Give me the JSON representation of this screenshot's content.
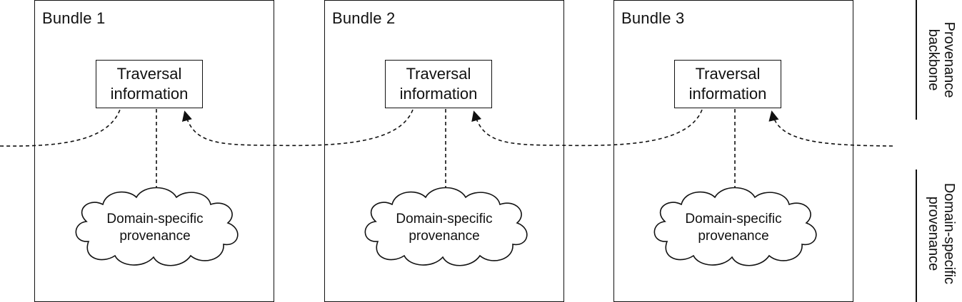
{
  "bundles": [
    {
      "label": "Bundle 1",
      "traversal": {
        "line1": "Traversal",
        "line2": "information"
      },
      "cloud": {
        "line1": "Domain-specific",
        "line2": "provenance"
      }
    },
    {
      "label": "Bundle 2",
      "traversal": {
        "line1": "Traversal",
        "line2": "information"
      },
      "cloud": {
        "line1": "Domain-specific",
        "line2": "provenance"
      }
    },
    {
      "label": "Bundle 3",
      "traversal": {
        "line1": "Traversal",
        "line2": "information"
      },
      "cloud": {
        "line1": "Domain-specific",
        "line2": "provenance"
      }
    }
  ],
  "side_labels": {
    "backbone_line1": "Provenance",
    "backbone_line2": "backbone",
    "domain_line1": "Domain-specific",
    "domain_line2": "provenance"
  },
  "colors": {
    "stroke": "#111111",
    "background": "#ffffff"
  }
}
